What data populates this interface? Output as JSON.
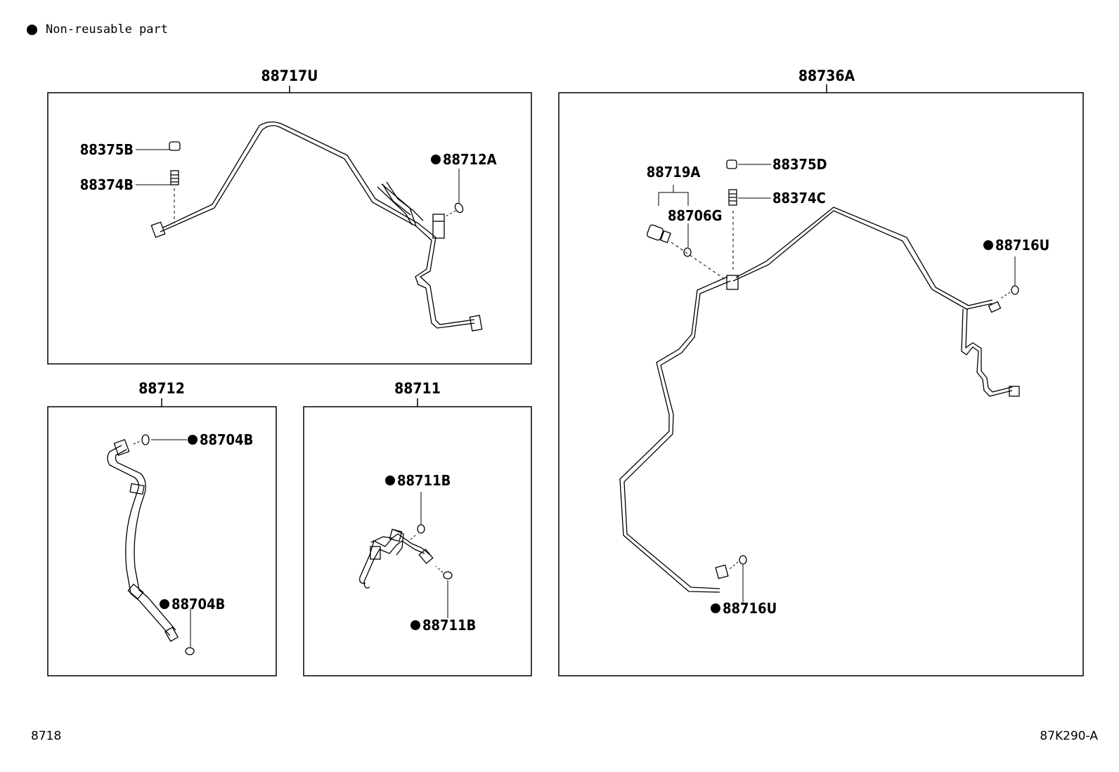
{
  "legend": {
    "text": "Non-reusable part",
    "marker": "filled-circle"
  },
  "footer": {
    "left_code": "8718",
    "right_code": "87K290-A"
  },
  "panels": {
    "p1": {
      "title": "88717U",
      "parts": {
        "a": {
          "code": "88375B",
          "non_reusable": false
        },
        "b": {
          "code": "88374B",
          "non_reusable": false
        },
        "c": {
          "code": "88712A",
          "non_reusable": true
        }
      }
    },
    "p2": {
      "title": "88712",
      "parts": {
        "a": {
          "code": "88704B",
          "non_reusable": true
        },
        "b": {
          "code": "88704B",
          "non_reusable": true
        }
      }
    },
    "p3": {
      "title": "88711",
      "parts": {
        "a": {
          "code": "88711B",
          "non_reusable": true
        },
        "b": {
          "code": "88711B",
          "non_reusable": true
        }
      }
    },
    "p4": {
      "title": "88736A",
      "parts": {
        "a": {
          "code": "88719A",
          "non_reusable": false
        },
        "b": {
          "code": "88706G",
          "non_reusable": false
        },
        "c": {
          "code": "88375D",
          "non_reusable": false
        },
        "d": {
          "code": "88374C",
          "non_reusable": false
        },
        "e": {
          "code": "88716U",
          "non_reusable": true
        },
        "f": {
          "code": "88716U",
          "non_reusable": true
        }
      }
    }
  }
}
